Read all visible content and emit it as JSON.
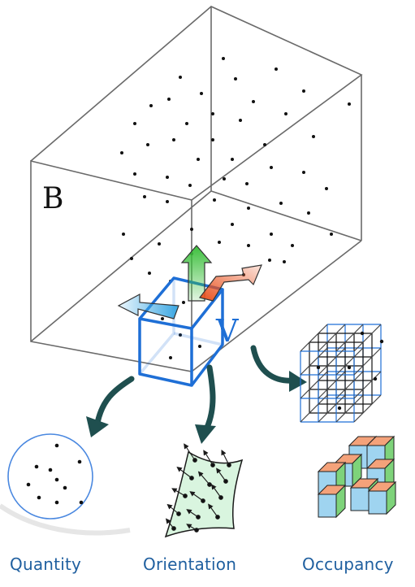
{
  "diagram": {
    "box_label": "B",
    "voxel_label": "V",
    "features": [
      {
        "label": "Quantity"
      },
      {
        "label": "Orientation"
      },
      {
        "label": "Occupancy"
      }
    ]
  },
  "colors": {
    "box_edges": "#6a6a6a",
    "voxel_edges": "#1e6fd6",
    "arrow_dark": "#1f4f4f",
    "label_text": "#1f5f9f",
    "arrow_green": "#3cbf3c",
    "arrow_orange": "#e8501c",
    "arrow_blue": "#3aa7e3",
    "surface_fill": "#d9f5df",
    "occ_orange": "#f4a27a",
    "occ_green": "#7ed37a",
    "occ_blue": "#9fd4f0"
  }
}
